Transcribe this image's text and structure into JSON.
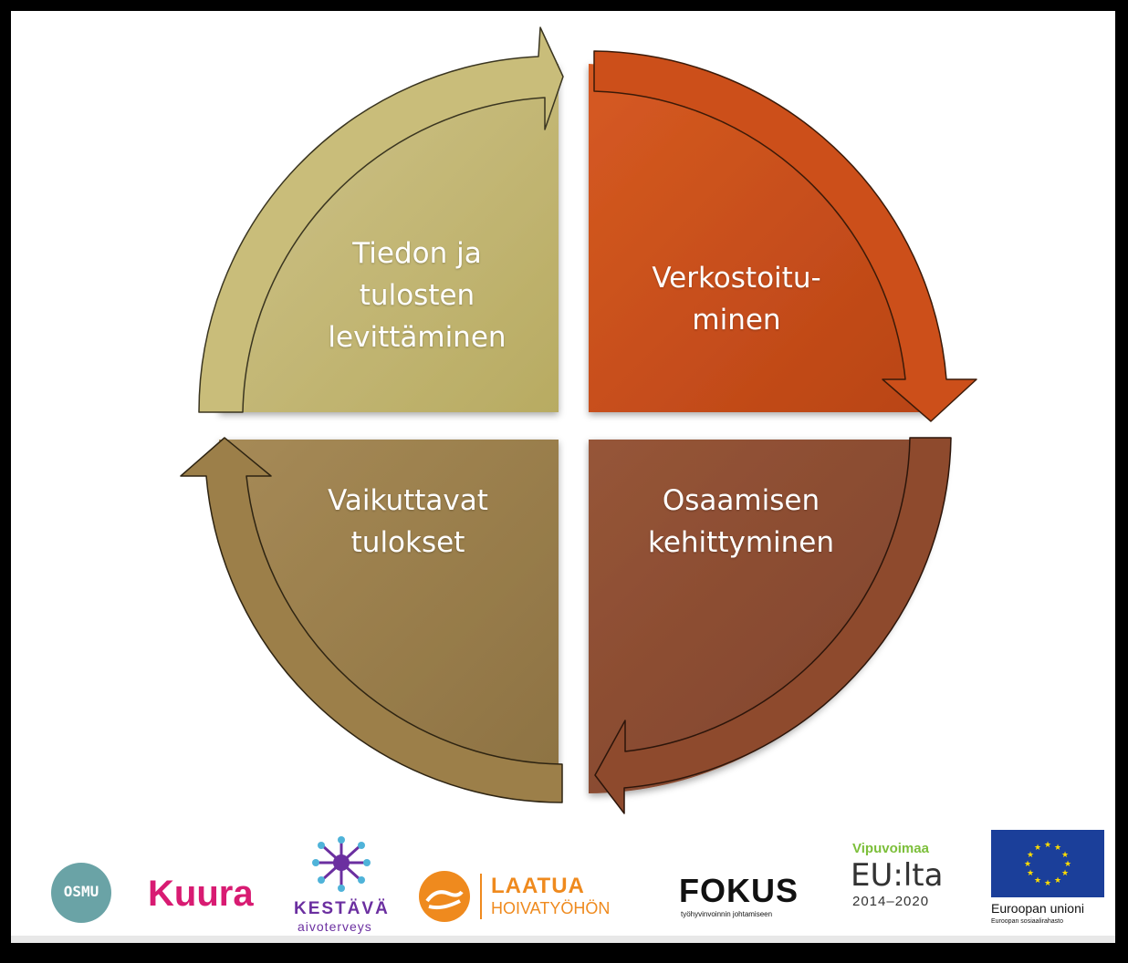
{
  "diagram": {
    "quadrants": [
      {
        "id": "top-left",
        "label": "Tiedon ja\ntulosten\nlevittäminen",
        "color": "#c3b775"
      },
      {
        "id": "top-right",
        "label": "Verkostoitu-\nminen",
        "color": "#c9501d"
      },
      {
        "id": "bottom-right",
        "label": "Osaamisen\nkehittyminen",
        "color": "#8e4e32"
      },
      {
        "id": "bottom-left",
        "label": "Vaikuttavat\ntulokset",
        "color": "#9b7f4c"
      }
    ]
  },
  "logos": {
    "osmu": "OSMU",
    "kuura": "Kuura",
    "kestava_name": "KESTÄVÄ",
    "kestava_sub": "aivoterveys",
    "laatua_name": "LAATUA",
    "laatua_sub": "HOIVATYÖHÖN",
    "fokus_name": "FOKUS",
    "fokus_sub": "työhyvinvoinnin johtamiseen",
    "vipu_title": "Vipuvoimaa",
    "vipu_main": "EU:lta",
    "vipu_years": "2014–2020",
    "eu_name": "Euroopan unioni",
    "eu_sub": "Euroopan sosiaalirahasto"
  },
  "colors": {
    "osmu": "#6aa3a6",
    "kuura": "#d81b72",
    "kestava": "#6b2fa0",
    "laatua": "#ef8a1e",
    "vipu_green": "#7cbf3a",
    "eu_blue": "#1b3f9a",
    "eu_star": "#ffdd00"
  }
}
